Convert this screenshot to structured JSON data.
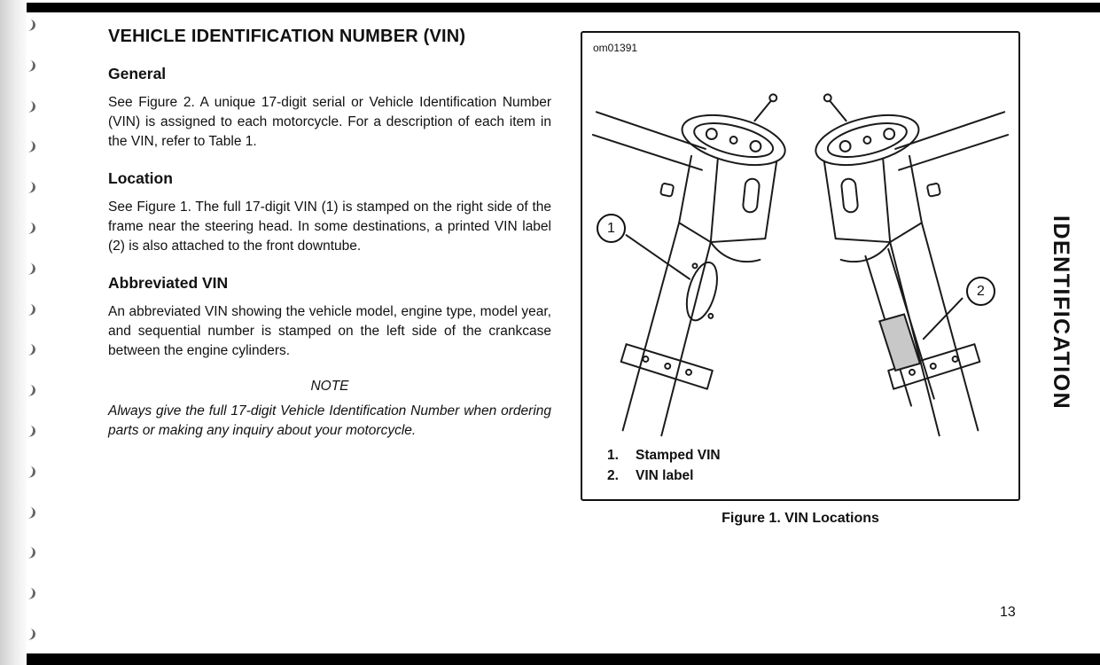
{
  "article": {
    "title": "VEHICLE IDENTIFICATION NUMBER (VIN)",
    "sections": [
      {
        "heading": "General",
        "body": "See Figure 2. A unique 17-digit serial or Vehicle Identification Number (VIN) is assigned to each motorcycle. For a description of each item in the VIN, refer to Table 1."
      },
      {
        "heading": "Location",
        "body": "See Figure 1. The full 17-digit VIN (1) is stamped on the right side of the frame near the steering head. In some destinations, a printed VIN label (2) is also attached to the front downtube."
      },
      {
        "heading": "Abbreviated VIN",
        "body": "An abbreviated VIN showing the vehicle model, engine type, model year, and sequential number is stamped on the left side of the crankcase between the engine cylinders."
      }
    ],
    "note": {
      "label": "NOTE",
      "text": "Always give the full 17-digit Vehicle Identification Number when ordering parts or making any inquiry about your motorcycle."
    }
  },
  "figure": {
    "code": "om01391",
    "callouts": [
      {
        "num": "1"
      },
      {
        "num": "2"
      }
    ],
    "legend": [
      {
        "num": "1.",
        "label": "Stamped VIN"
      },
      {
        "num": "2.",
        "label": "VIN label"
      }
    ],
    "caption": "Figure 1. VIN Locations"
  },
  "page": {
    "number": "13",
    "tab": "IDENTIFICATION"
  }
}
